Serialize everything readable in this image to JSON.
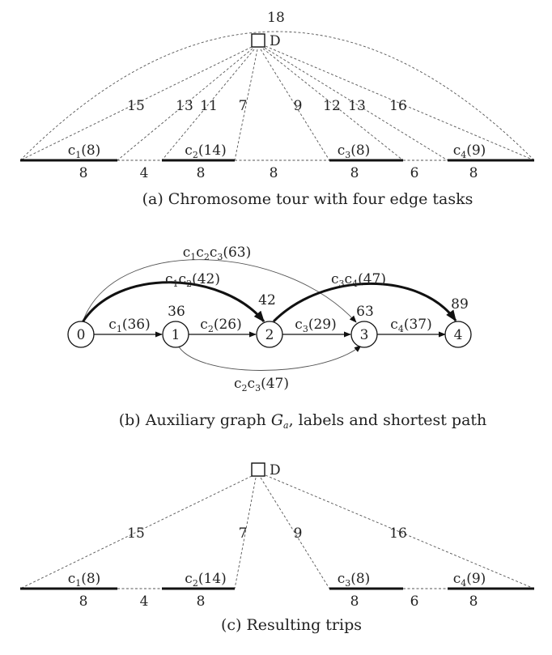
{
  "depot": "D",
  "panel_a": {
    "caption": "(a) Chromosome tour with four edge tasks",
    "top_arc": "18",
    "spokes": [
      "15",
      "13",
      "11",
      "7",
      "9",
      "12",
      "13",
      "16"
    ],
    "tasks": [
      {
        "name": "c",
        "sub": "1",
        "paren": "(8)",
        "len": "8"
      },
      {
        "name": "c",
        "sub": "2",
        "paren": "(14)",
        "len": "8"
      },
      {
        "name": "c",
        "sub": "3",
        "paren": "(8)",
        "len": "8"
      },
      {
        "name": "c",
        "sub": "4",
        "paren": "(9)",
        "len": "8"
      }
    ],
    "gaps": [
      "4",
      "8",
      "6"
    ]
  },
  "panel_b": {
    "caption_pre": "(b) Auxiliary graph ",
    "caption_var": "G",
    "caption_sub": "a",
    "caption_post": ", labels and shortest path",
    "nodes": [
      "0",
      "1",
      "2",
      "3",
      "4"
    ],
    "node_labels": [
      "36",
      "42",
      "63",
      "89"
    ],
    "arcs": [
      {
        "name": "c",
        "subs": [
          "1"
        ],
        "paren": "(36)"
      },
      {
        "name": "c",
        "subs": [
          "2"
        ],
        "paren": "(26)"
      },
      {
        "name": "c",
        "subs": [
          "3"
        ],
        "paren": "(29)"
      },
      {
        "name": "c",
        "subs": [
          "4"
        ],
        "paren": "(37)"
      },
      {
        "name": "c",
        "subs": [
          "1",
          "2"
        ],
        "paren": "(42)"
      },
      {
        "name": "c",
        "subs": [
          "3",
          "4"
        ],
        "paren": "(47)"
      },
      {
        "name": "c",
        "subs": [
          "1",
          "2",
          "3"
        ],
        "paren": "(63)"
      },
      {
        "name": "c",
        "subs": [
          "2",
          "3"
        ],
        "paren": "(47)"
      }
    ]
  },
  "panel_c": {
    "caption": "(c) Resulting trips",
    "spokes": [
      "15",
      "7",
      "9",
      "16"
    ],
    "tasks": [
      {
        "name": "c",
        "sub": "1",
        "paren": "(8)",
        "len": "8"
      },
      {
        "name": "c",
        "sub": "2",
        "paren": "(14)",
        "len": "8"
      },
      {
        "name": "c",
        "sub": "3",
        "paren": "(8)",
        "len": "8"
      },
      {
        "name": "c",
        "sub": "4",
        "paren": "(9)",
        "len": "8"
      }
    ],
    "gaps": [
      "4",
      "6"
    ]
  }
}
